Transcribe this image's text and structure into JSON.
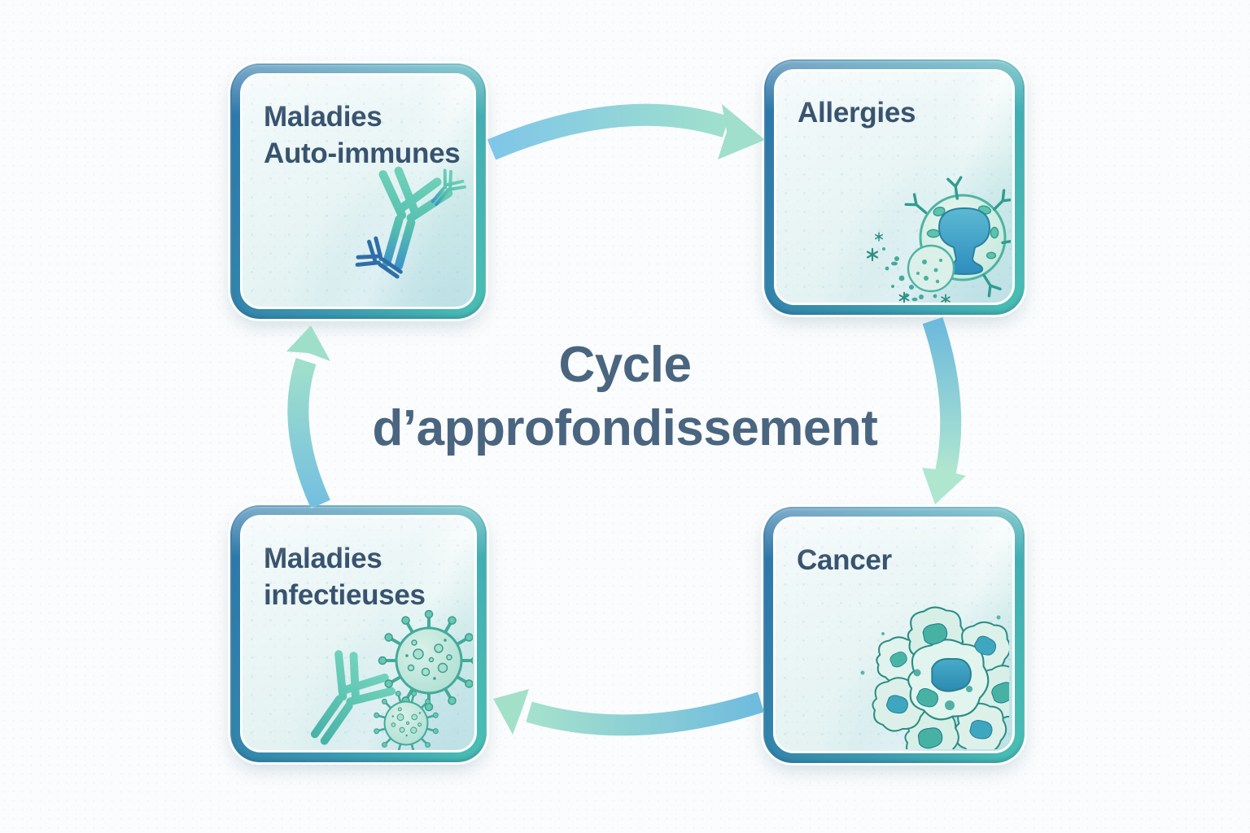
{
  "diagram": {
    "center_title": {
      "line1": "Cycle",
      "line2": "d’approfondissement"
    },
    "nodes": [
      {
        "position": "top-left",
        "label_line1": "Maladies",
        "label_line2": "Auto-immunes",
        "icon": "antibody-icon"
      },
      {
        "position": "top-right",
        "label_line1": "Allergies",
        "label_line2": "",
        "icon": "mast-cell-icon"
      },
      {
        "position": "bottom-right",
        "label_line1": "Cancer",
        "label_line2": "",
        "icon": "tumor-cell-cluster-icon"
      },
      {
        "position": "bottom-left",
        "label_line1": "Maladies",
        "label_line2": "infectieuses",
        "icon": "virus-antibody-icon"
      }
    ],
    "flow": [
      {
        "from": "Maladies Auto-immunes",
        "to": "Allergies"
      },
      {
        "from": "Allergies",
        "to": "Cancer"
      },
      {
        "from": "Cancer",
        "to": "Maladies infectieuses"
      },
      {
        "from": "Maladies infectieuses",
        "to": "Maladies Auto-immunes"
      }
    ],
    "colors": {
      "background": "#fbfcfd",
      "card_border_blue": "#2c74a8",
      "card_border_teal": "#4ac1b4",
      "card_fill": "#e9f5f5",
      "card_title_text": "#38536f",
      "center_title_text": "#4a657f",
      "arrow_blue": "#7cc3e6",
      "arrow_mint": "#a5e3cf"
    }
  }
}
